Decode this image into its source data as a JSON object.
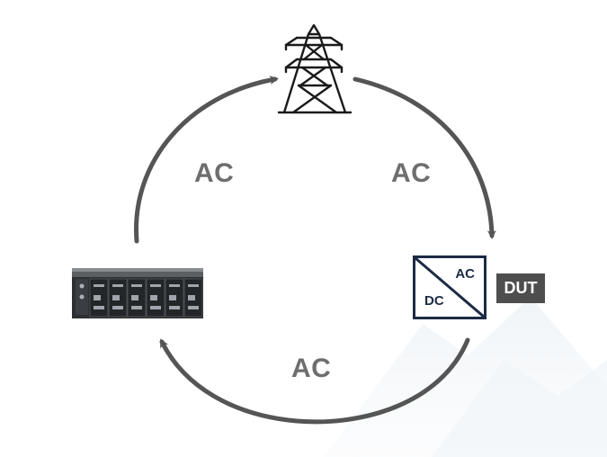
{
  "labels": {
    "ac_left": "AC",
    "ac_right": "AC",
    "ac_bottom": "AC"
  },
  "converter": {
    "ac": "AC",
    "dc": "DC"
  },
  "dut": "DUT",
  "icons": {
    "grid": "power-tower-icon",
    "source": "ac-power-source-rack-icon",
    "converter": "ac-dc-converter-icon"
  },
  "colors": {
    "arrow": "#555555",
    "converter_border": "#1c2b44",
    "dut_bg": "#4e4e4e",
    "label": "#6e6e6e"
  }
}
